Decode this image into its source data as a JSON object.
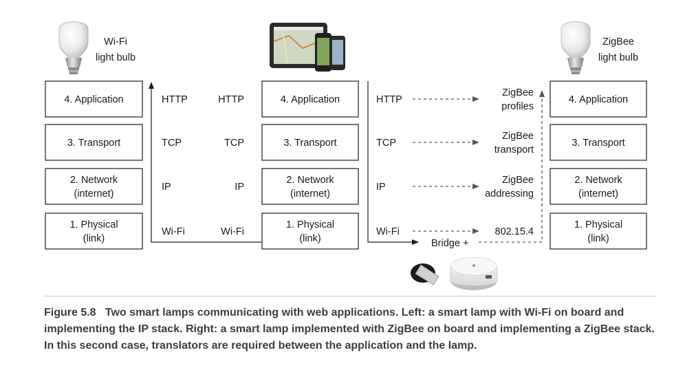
{
  "devices": {
    "left_bulb": [
      "Wi-Fi",
      "light bulb"
    ],
    "right_bulb": [
      "ZigBee",
      "light bulb"
    ],
    "bridge_label": "Bridge +"
  },
  "layers": [
    [
      "4. Application"
    ],
    [
      "3. Transport"
    ],
    [
      "2. Network",
      "(internet)"
    ],
    [
      "1. Physical",
      "(link)"
    ]
  ],
  "ip_stack": [
    "HTTP",
    "TCP",
    "IP",
    "Wi-Fi"
  ],
  "zigbee_stack": [
    [
      "ZigBee",
      "profiles"
    ],
    [
      "ZigBee",
      "transport"
    ],
    [
      "ZigBee",
      "addressing"
    ],
    [
      "802.15.4"
    ]
  ],
  "caption": {
    "label": "Figure 5.8",
    "text": "Two smart lamps communicating with web applications. Left: a smart lamp with Wi-Fi on board and implementing the IP stack. Right: a smart lamp implemented with ZigBee on board and implementing a ZigBee stack. In this second case, translators are required between the application and the lamp."
  }
}
